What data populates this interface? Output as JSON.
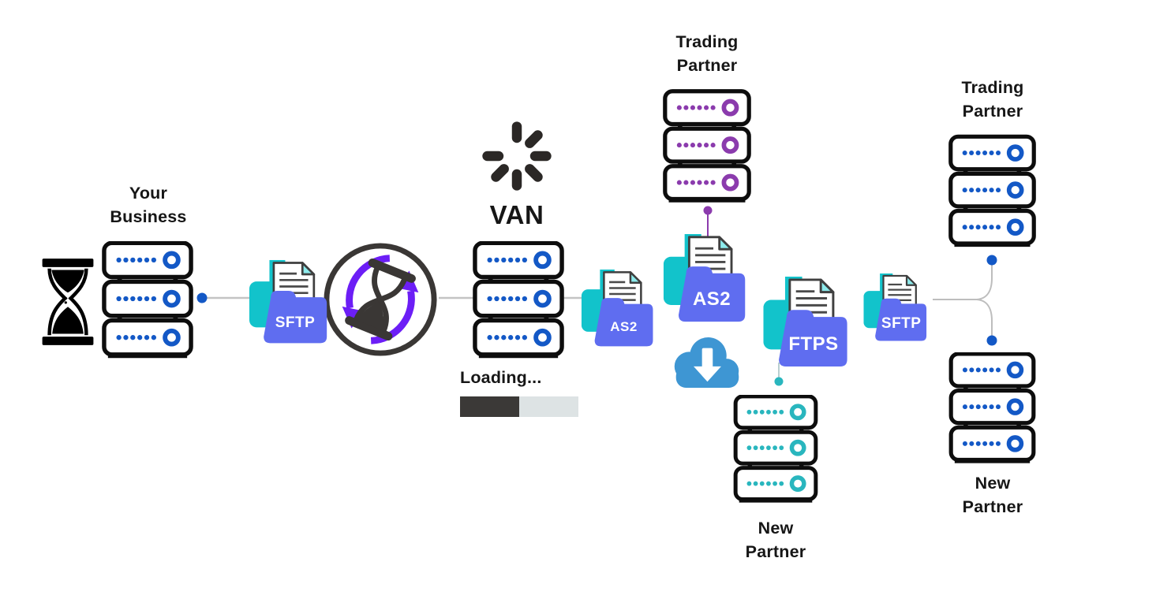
{
  "nodes": {
    "your_business": {
      "label": "Your Business",
      "icon": "server-stack-icon",
      "accent_color": "#1358c6"
    },
    "van": {
      "label": "VAN",
      "icon": "server-stack-icon",
      "accent_color": "#1358c6",
      "spinner_icon": "loading-spinner-icon",
      "loading_label": "Loading...",
      "progress_percent": 50
    },
    "trading_partner_top": {
      "label": "Trading Partner",
      "icon": "server-stack-icon",
      "accent_color": "#8b3bad"
    },
    "new_partner_middle": {
      "label": "New Partner",
      "icon": "server-stack-icon",
      "accent_color": "#29b6be"
    },
    "trading_partner_right": {
      "label": "Trading Partner",
      "icon": "server-stack-icon",
      "accent_color": "#1358c6"
    },
    "new_partner_right": {
      "label": "New Partner",
      "icon": "server-stack-icon",
      "accent_color": "#1358c6"
    }
  },
  "badges": {
    "sftp_left": {
      "label": "SFTP",
      "icon": "folder-document-icon"
    },
    "as2_small": {
      "label": "AS2",
      "icon": "folder-document-icon"
    },
    "as2_large": {
      "label": "AS2",
      "icon": "folder-document-icon"
    },
    "ftps": {
      "label": "FTPS",
      "icon": "folder-document-icon"
    },
    "sftp_right": {
      "label": "SFTP",
      "icon": "folder-document-icon"
    }
  },
  "standalone_icons": [
    "hourglass-icon",
    "sync-arrows-hourglass-icon",
    "loading-spinner-icon",
    "cloud-download-icon"
  ],
  "colors": {
    "server_accent_blue": "#1358c6",
    "server_accent_purple": "#8b3bad",
    "server_accent_teal": "#29b6be",
    "server_outline": "#0d0d0d",
    "folder_blue": "#5f6df0",
    "teal_square": "#12c3cb",
    "document_fold_teal": "#8debec",
    "sync_arrow_violet": "#6c1ef6",
    "cloud_blue": "#3e96d3",
    "dark_gray": "#3b3937",
    "connector_gray": "#c4c4c4",
    "progress_fill": "#3b3937",
    "progress_track": "#dde3e4",
    "label_text": "#161616",
    "badge_text": "#ffffff"
  }
}
